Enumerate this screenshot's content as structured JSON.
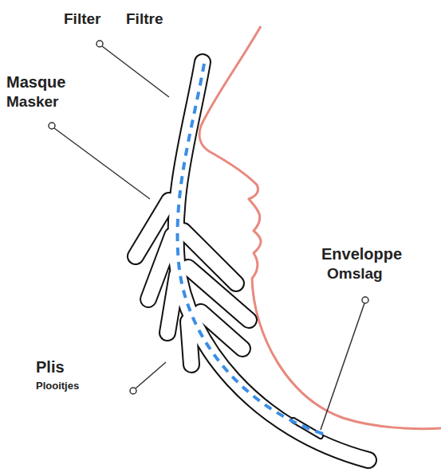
{
  "diagram": {
    "labels": [
      "Filter",
      "Filtre",
      "Masque",
      "Masker",
      "Enveloppe",
      "Omslag",
      "Plis",
      "Plooitjes"
    ]
  }
}
